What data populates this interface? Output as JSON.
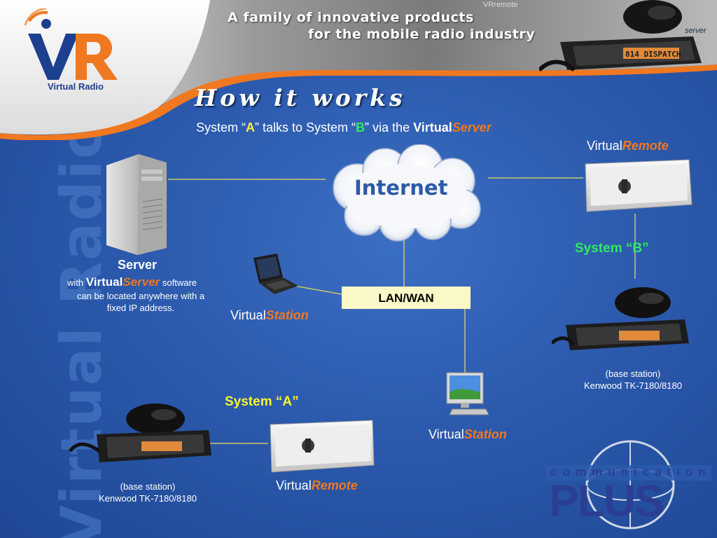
{
  "header": {
    "logo_text": "VR",
    "logo_subtitle": "Virtual Radio",
    "tagline_line1": "A family of innovative products",
    "tagline_line2": "for the mobile radio industry",
    "corner_label_1": "VRremote",
    "corner_label_2": "server",
    "radio_display": "814 DISPATCH"
  },
  "watermark": "Virtual Radio",
  "title": "How it works",
  "subtitle": {
    "part1": "System “",
    "a": "A",
    "part2": "” talks to System “",
    "b": "B",
    "part3": "” via the ",
    "virtual": "Virtual",
    "server": "Server"
  },
  "internet_label": "Internet",
  "lan_label": "LAN/WAN",
  "server_block": {
    "title": "Server",
    "with": "with ",
    "virtual": "Virtual",
    "server": "Server",
    "software": " software",
    "desc": "can be located anywhere with a fixed IP address."
  },
  "station_left": {
    "virtual": "Virtual",
    "station": "Station"
  },
  "station_right": {
    "virtual": "Virtual",
    "station": "Station"
  },
  "remote_top": {
    "virtual": "Virtual",
    "remote": "Remote"
  },
  "remote_bottom": {
    "virtual": "Virtual",
    "remote": "Remote"
  },
  "system_a": "System “A”",
  "system_b": "System “B”",
  "base_left": {
    "line1": "(base station)",
    "line2": "Kenwood TK-7180/8180"
  },
  "base_right": {
    "line1": "(base station)",
    "line2": "Kenwood TK-7180/8180"
  },
  "comm_logo": {
    "top": "communication",
    "bottom": "PLUS"
  },
  "colors": {
    "background": "#2c5aad",
    "accent_orange": "#f07820",
    "accent_yellow": "#f8f430",
    "accent_green": "#30e860",
    "lan_box": "#fbf8c8",
    "connector": "#c9c86a"
  }
}
